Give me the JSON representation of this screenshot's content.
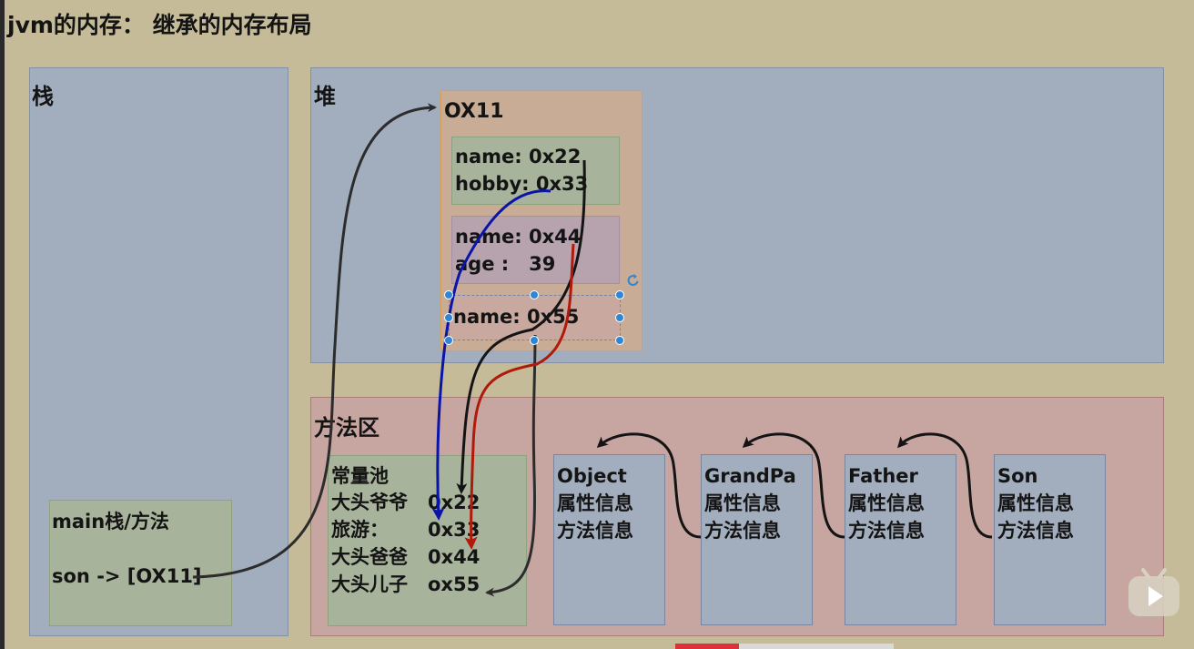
{
  "title": "jvm的内存：  继承的内存布局",
  "stack": {
    "label": "栈",
    "main_frame": {
      "title": "main栈/方法",
      "ref_line": "son -> [OX11]"
    }
  },
  "heap": {
    "label": "堆",
    "object": {
      "address": "OX11",
      "grandpa_fields": {
        "name": "name: 0x22",
        "hobby": "hobby: 0x33"
      },
      "father_fields": {
        "name": "name: 0x44",
        "age": "age :   39"
      },
      "son_fields": {
        "name": "name: 0x55"
      }
    }
  },
  "method_area": {
    "label": "方法区",
    "constant_pool": {
      "title": "常量池",
      "entries": [
        {
          "name": "大头爷爷",
          "addr": "0x22"
        },
        {
          "name": "旅游：",
          "addr": "0x33"
        },
        {
          "name": "大头爸爸",
          "addr": "0x44"
        },
        {
          "name": "大头儿子",
          "addr": "ox55"
        }
      ]
    },
    "classes": [
      {
        "name": "Object",
        "props": "属性信息",
        "methods": "方法信息"
      },
      {
        "name": "GrandPa",
        "props": "属性信息",
        "methods": "方法信息"
      },
      {
        "name": "Father",
        "props": "属性信息",
        "methods": "方法信息"
      },
      {
        "name": "Son",
        "props": "属性信息",
        "methods": "方法信息"
      }
    ]
  },
  "colors": {
    "background": "#c6bb98",
    "stack_panel": "#a2adbd",
    "heap_panel": "#a2adbd",
    "method_panel": "#c7a5a0",
    "object_box_border": "#d99f54",
    "grandpa_arrow": "#0a14a8",
    "father_arrow": "#b01a0a",
    "son_arrow": "#141414",
    "reference_arrow": "#2c2c2c",
    "selection_handle": "#2e86d4"
  },
  "icons": {
    "rotate": "rotate-handle-icon",
    "brand": "bilibili-tv-icon"
  },
  "video_progress": 0.29
}
